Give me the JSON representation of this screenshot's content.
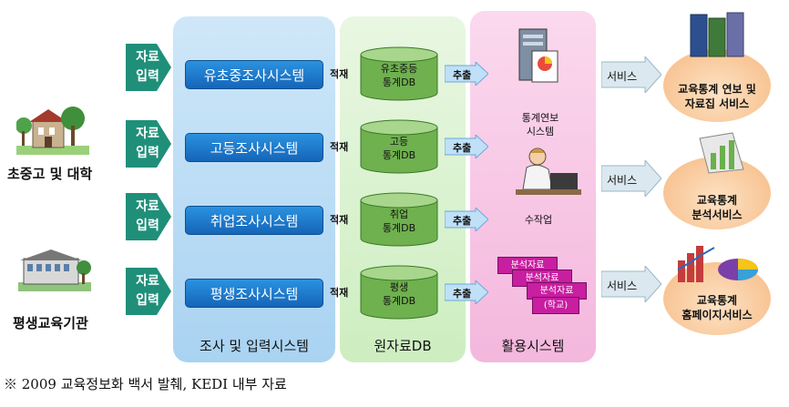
{
  "sources": {
    "school_label": "초중고 및 대학",
    "lifelong_label": "평생교육기관"
  },
  "input_arrow_label": "자료\n입력",
  "input_lines": [
    "자료",
    "입력"
  ],
  "systems": [
    "유초중조사시스템",
    "고등조사시스템",
    "취업조사시스템",
    "평생조사시스템"
  ],
  "load_label": "적재",
  "databases": [
    {
      "line1": "유초중등",
      "line2": "통계DB"
    },
    {
      "line1": "고등",
      "line2": "통계DB"
    },
    {
      "line1": "취업",
      "line2": "통계DB"
    },
    {
      "line1": "평생",
      "line2": "통계DB"
    }
  ],
  "extract_label": "추출",
  "uses": [
    {
      "line1": "통계연보",
      "line2": "시스템"
    },
    {
      "line1": "수작업",
      "line2": ""
    }
  ],
  "reports": [
    "분석자료",
    "분석자료",
    "분석자료",
    "(학교)"
  ],
  "service_label": "서비스",
  "outputs": [
    {
      "line1": "교육통계 연보 및",
      "line2": "자료집 서비스"
    },
    {
      "line1": "교육통계",
      "line2": "분석서비스"
    },
    {
      "line1": "교육통계",
      "line2": "홈페이지서비스"
    }
  ],
  "panels": {
    "survey": "조사 및 입력시스템",
    "db": "원자료DB",
    "use": "활용시스템"
  },
  "footnote": "※ 2009 교육정보화 백서 발췌, KEDI 내부 자료",
  "colors": {
    "system_box": "#1f7bd0",
    "arrow": "#1f8f7a",
    "report": "#c81ea0"
  }
}
